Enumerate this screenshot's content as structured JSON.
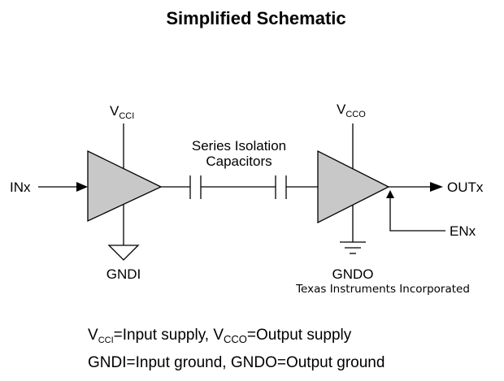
{
  "title": "Simplified Schematic",
  "labels": {
    "vcci": {
      "main": "V",
      "sub": "CCI"
    },
    "vcco": {
      "main": "V",
      "sub": "CCO"
    },
    "input": "INx",
    "output": "OUTx",
    "enable": "ENx",
    "gndi": "GNDI",
    "gndo": "GNDO",
    "caps_line1": "Series Isolation",
    "caps_line2": "Capacitors",
    "credit": "Texas Instruments Incorporated"
  },
  "legend": {
    "line1": {
      "vcci_main": "V",
      "vcci_sub": "CCI",
      "vcci_desc": "=Input supply, ",
      "vcco_main": "V",
      "vcco_sub": "CCO",
      "vcco_desc": "=Output supply"
    },
    "line2": "GNDI=Input ground, GNDO=Output ground"
  },
  "colors": {
    "amplifier_fill": "#c8c8c8",
    "line": "#000000",
    "background": "#ffffff"
  }
}
